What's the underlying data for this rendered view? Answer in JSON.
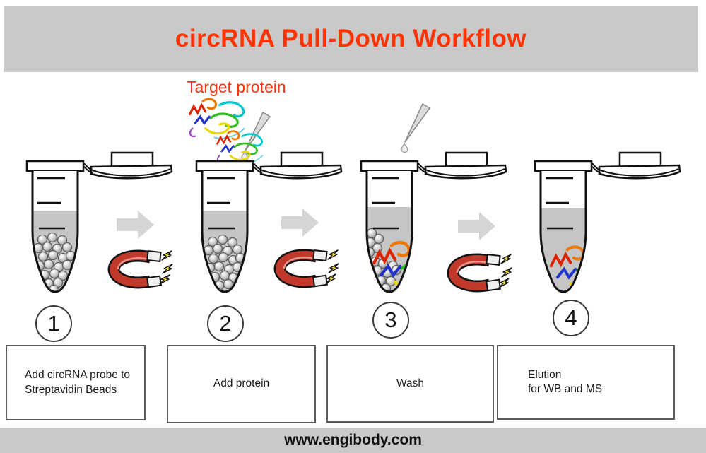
{
  "page": {
    "title": "circRNA Pull-Down Workflow"
  },
  "annotations": {
    "target_protein": "Target protein"
  },
  "steps": [
    {
      "number": "1",
      "label_line1": "Add circRNA probe to",
      "label_line2": "Streptavidin Beads"
    },
    {
      "number": "2",
      "label_line1": "Add protein"
    },
    {
      "number": "3",
      "label_line1": "Wash"
    },
    {
      "number": "4",
      "label_line1": "Elution",
      "label_line2": "for WB and MS"
    }
  ],
  "footer": {
    "website": "www.engibody.com"
  },
  "colors": {
    "banner_bg": "#c9c9c9",
    "title_red": "#ff3300",
    "label_red": "#ff3311",
    "arrow_gray": "#d5d5d5",
    "liquid_gray": "#c5c5c5",
    "magnet_red": "#c0392b",
    "bolt_yellow": "#f2e33c"
  },
  "icons": {
    "magnet": "horseshoe-magnet-with-lightning-bolts",
    "arrow": "right-block-arrow",
    "pipette": "pipette-tip-with-droplet",
    "protein": "rainbow-ribbon-protein-structure",
    "beads": "streptavidin-magnetic-beads",
    "tube": "open-microcentrifuge-tube"
  }
}
